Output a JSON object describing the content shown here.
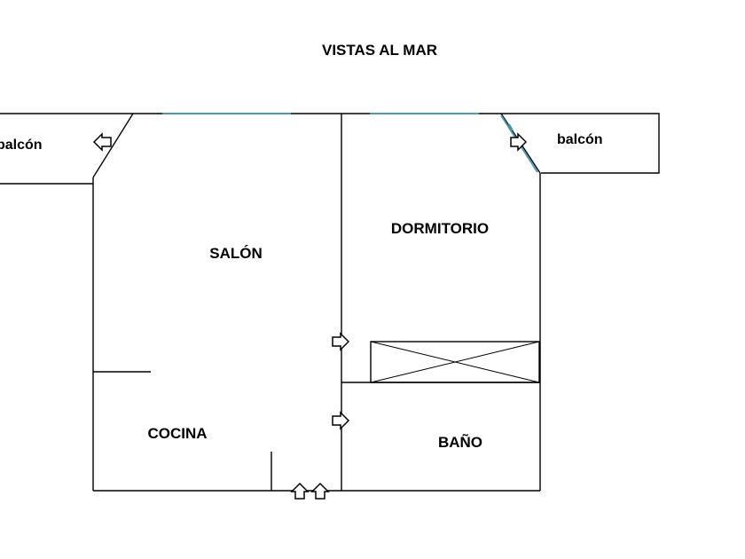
{
  "title": "VISTAS AL MAR",
  "rooms": {
    "salon": "SALÓN",
    "dormitorio": "DORMITORIO",
    "cocina": "COCINA",
    "bano": "BAÑO",
    "balcon_left": "balcón",
    "balcon_right": "balcón"
  },
  "colors": {
    "walls": "#000000",
    "windows": "#4a9ab0"
  },
  "icons": {
    "door_arrow": "hollow-arrow-icon"
  }
}
